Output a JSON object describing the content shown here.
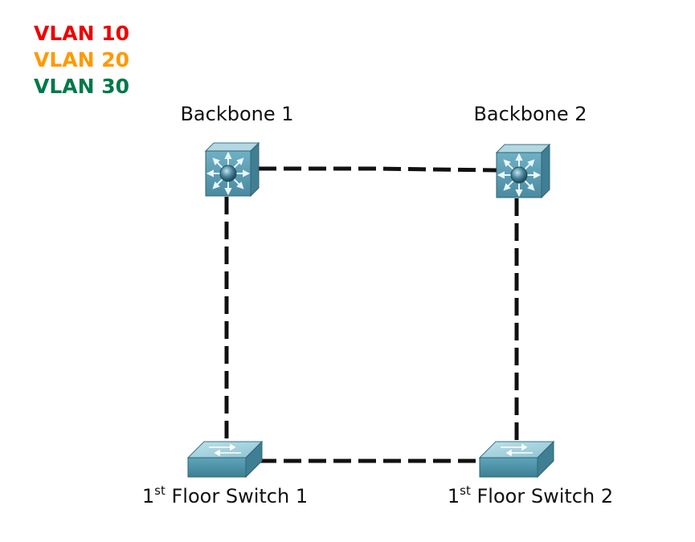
{
  "legend": {
    "items": [
      {
        "label": "VLAN 10",
        "color": "#f00000"
      },
      {
        "label": "VLAN 20",
        "color": "#ff9900"
      },
      {
        "label": "VLAN 30",
        "color": "#00784a"
      }
    ]
  },
  "devices": {
    "backbone1": {
      "label": "Backbone 1",
      "icon": "multilayer-switch-icon"
    },
    "backbone2": {
      "label": "Backbone 2",
      "icon": "multilayer-switch-icon"
    },
    "floor1": {
      "label_prefix": "1",
      "label_sup": "st",
      "label_rest": " Floor Switch 1",
      "icon": "switch-icon"
    },
    "floor2": {
      "label_prefix": "1",
      "label_sup": "st",
      "label_rest": " Floor Switch 2",
      "icon": "switch-icon"
    }
  },
  "links": [
    {
      "from": "backbone1",
      "to": "backbone2",
      "style": "dashed"
    },
    {
      "from": "backbone1",
      "to": "floor1",
      "style": "dashed"
    },
    {
      "from": "backbone2",
      "to": "floor2",
      "style": "dashed"
    },
    {
      "from": "floor1",
      "to": "floor2",
      "style": "dashed"
    }
  ],
  "colors": {
    "device_front": "#5b9bb0",
    "device_top": "#a9d0dc",
    "device_side": "#3f7f93",
    "link": "#111111"
  }
}
